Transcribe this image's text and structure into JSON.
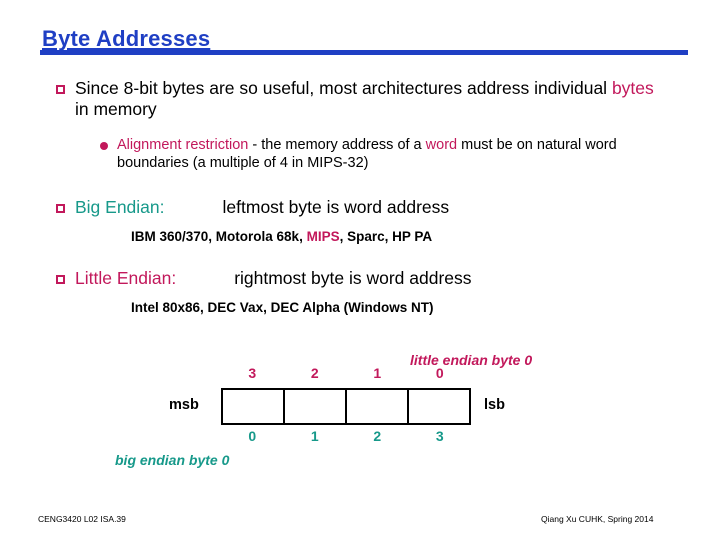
{
  "slide": {
    "title": "Byte Addresses",
    "title_color": "#1f3fc4",
    "accent_crimson": "#c2185b",
    "accent_teal": "#17998a"
  },
  "bullets": {
    "b1": {
      "marker": "hollow-square-bullet",
      "part1": "Since 8-bit bytes are so useful, most architectures address individual ",
      "highlight": "bytes",
      "part2": " in memory"
    },
    "b2": {
      "marker": "filled-circle-bullet",
      "highlight1": "Alignment restriction",
      "part1": " - the memory address of a ",
      "highlight2": "word",
      "part2": " must be on natural word boundaries (a multiple of 4 in MIPS-32)"
    },
    "b3": {
      "marker": "hollow-square-bullet",
      "label": "Big Endian:",
      "description": "leftmost byte is word address",
      "arch_pre": "IBM 360/370, Motorola 68k, ",
      "arch_highlight": "MIPS",
      "arch_post": ", Sparc, HP PA"
    },
    "b4": {
      "marker": "hollow-square-bullet",
      "label": "Little Endian:",
      "description": "rightmost byte is word address",
      "arch_line": "Intel 80x86, DEC Vax, DEC Alpha (Windows NT)"
    }
  },
  "diagram": {
    "msb_label": "msb",
    "lsb_label": "lsb",
    "top_numbers": [
      "3",
      "2",
      "1",
      "0"
    ],
    "bottom_numbers": [
      "0",
      "1",
      "2",
      "3"
    ],
    "little_endian_note": "little endian byte 0",
    "big_endian_note": "big endian byte 0",
    "cell_count": 4
  },
  "footer": {
    "left": "CENG3420 L02 ISA.39",
    "right": "Qiang Xu  CUHK, Spring 2014"
  }
}
